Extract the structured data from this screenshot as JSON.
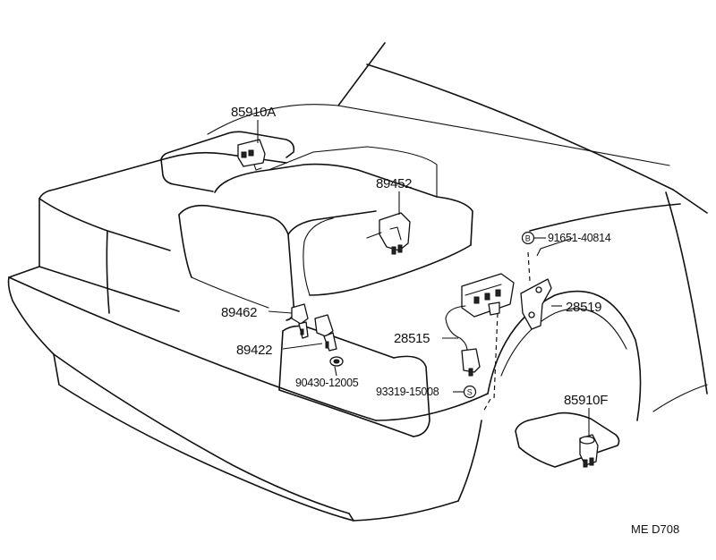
{
  "diagram": {
    "footer_code": "ME  D708",
    "parts": [
      {
        "id": "p85910a",
        "label": "85910A"
      },
      {
        "id": "p89452",
        "label": "89452"
      },
      {
        "id": "p91651",
        "label": "91651-40814",
        "symbol": "B"
      },
      {
        "id": "p28519",
        "label": "28519"
      },
      {
        "id": "p89462",
        "label": "89462"
      },
      {
        "id": "p28515",
        "label": "28515"
      },
      {
        "id": "p89422",
        "label": "89422"
      },
      {
        "id": "p90430",
        "label": "90430-12005"
      },
      {
        "id": "p93319",
        "label": "93319-15008",
        "symbol": "S"
      },
      {
        "id": "p85910f",
        "label": "85910F"
      }
    ]
  }
}
